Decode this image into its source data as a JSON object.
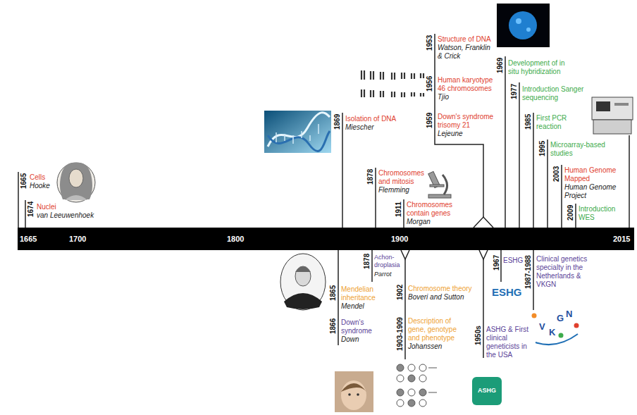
{
  "diagram": {
    "nodes": [
      {
        "text": [
          "1665",
          "1700",
          "1800",
          "1900",
          "2015"
        ]
      }
    ],
    "labels": [
      "1665",
      "Cells",
      "Hooke",
      "1674",
      "Nuclei",
      "van Leeuwenhoek",
      "1869",
      "Isolation of DNA",
      "Miescher",
      "1878",
      "Chromosomes and mitosis",
      "Flemming",
      "1911",
      "Chromosomes contain genes",
      "Morgan",
      "1953",
      "Structure of DNA",
      "Watson, Franklin & Crick",
      "1956",
      "Human karyotype 46 chromosomes",
      "Tjio",
      "1959",
      "Down's syndrome trisomy 21",
      "Lejeune",
      "1969",
      "Development of in situ hybridization",
      "1977",
      "Introduction Sanger sequencing",
      "1985",
      "First PCR reaction",
      "1995",
      "Microarray-based studies",
      "2003",
      "Human Genome Mapped",
      "Human Genome Project",
      "2009",
      "Introduction WES",
      "1865",
      "Mendelian inheritance",
      "Mendel",
      "1866",
      "Down's syndrome",
      "Down",
      "1878",
      "Achon- droplasia",
      "Parrot",
      "1902",
      "Chromosome theory",
      "Boveri and Sutton",
      "1903-1909",
      "Description of gene, genotype and phenotype",
      "Johanssen",
      "1950s",
      "ASHG & First clinical geneticists in the USA",
      "ASHG",
      "1967",
      "ESHG",
      "ESHG",
      "1987-1988",
      "Clinical genetics specialty in the Netherlands & VKGN",
      "V",
      "K",
      "G",
      "N"
    ]
  }
}
